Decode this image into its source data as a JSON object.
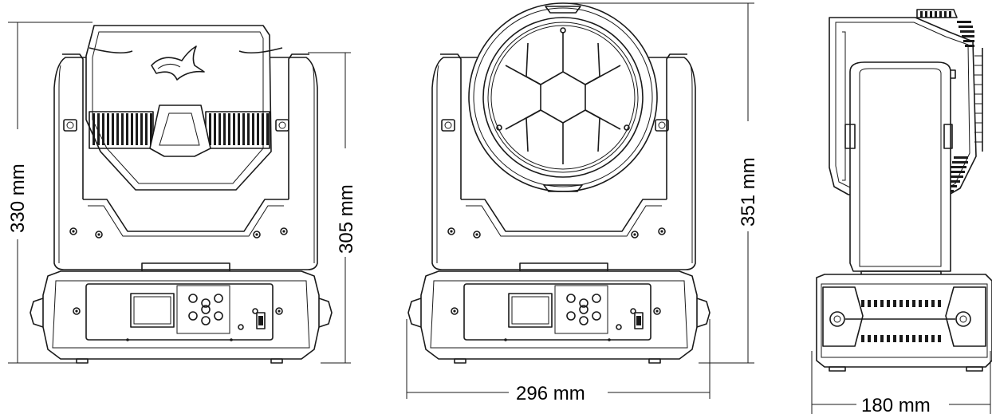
{
  "dimensions": {
    "front_total_height": "330 mm",
    "front_head_height": "305 mm",
    "side_height": "351 mm",
    "width": "296 mm",
    "depth": "180 mm"
  },
  "colors": {
    "line": "#1a1a1a",
    "background": "#ffffff"
  },
  "icons": [
    "bird-logo-icon",
    "button-icon",
    "lcd-display-icon",
    "usb-port-icon",
    "handle-knob-icon"
  ]
}
